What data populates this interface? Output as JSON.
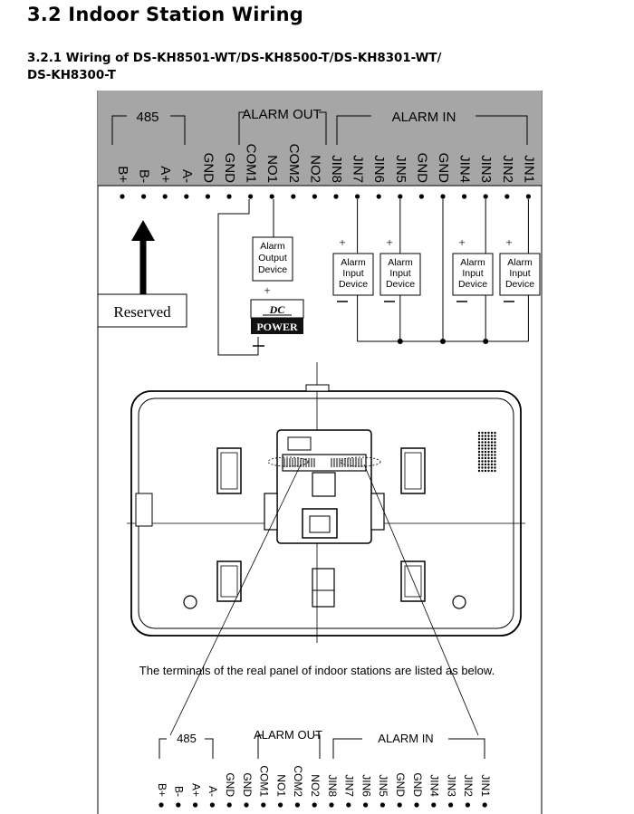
{
  "section_title": "3.2 Indoor Station Wiring",
  "subsection_title_line1": "3.2.1 Wiring of DS-KH8501-WT/DS-KH8500-T/DS-KH8301-WT/",
  "subsection_title_line2": "DS-KH8300-T",
  "groups": {
    "rs485": "485",
    "alarm_out": "ALARM OUT",
    "alarm_in": "ALARM IN"
  },
  "terminals": [
    "B+",
    "B-",
    "A+",
    "A-",
    "GND",
    "GND",
    "COM1",
    "NO1",
    "COM2",
    "NO2",
    "JIN8",
    "JIN7",
    "JIN6",
    "JIN5",
    "GND",
    "GND",
    "JIN4",
    "JIN3",
    "JIN2",
    "JIN1"
  ],
  "alarm_output_device": {
    "line1": "Alarm",
    "line2": "Output",
    "line3": "Device"
  },
  "alarm_input_device": {
    "line1": "Alarm",
    "line2": "Input",
    "line3": "Device"
  },
  "dc_power": {
    "line1": "DC",
    "line2": "POWER"
  },
  "reserved_label": "Reserved",
  "plus_sign": "+",
  "minus_sign": "−",
  "panel_caption": "The terminals of the real panel of indoor stations are listed as below."
}
